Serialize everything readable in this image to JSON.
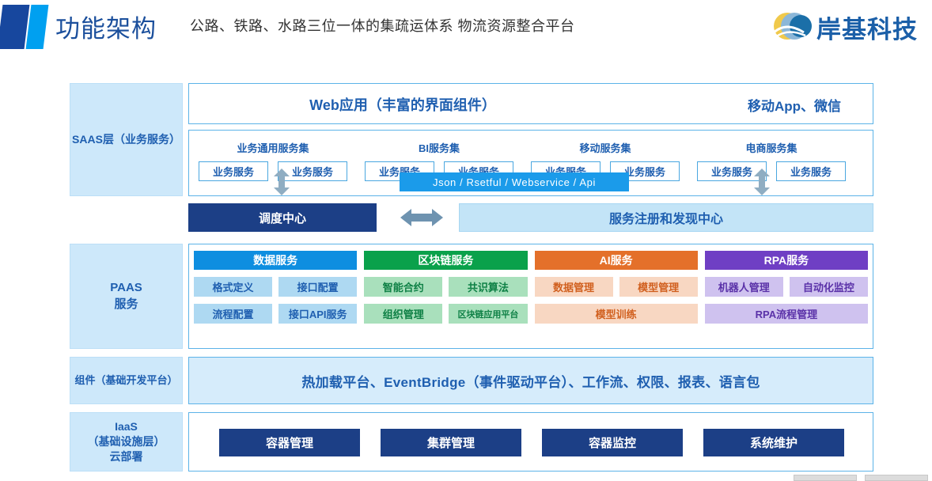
{
  "header": {
    "title": "功能架构",
    "subtitle": "公路、铁路、水路三位一体的集疏运体系   物流资源整合平台",
    "brand_name": "岸基科技",
    "logo_icon": "circular-wave-logo-icon",
    "accent_dark": "#17479e",
    "accent_bright": "#00a0f0"
  },
  "saas": {
    "label": "SAAS层（业务服务）",
    "web_app": "Web应用（丰富的界面组件）",
    "mobile_app": "移动App、微信",
    "api_bar": "Json / Rsetful / Webservice / Api",
    "api_bar_color": "#1b9bea",
    "groups": [
      {
        "title": "业务通用服务集",
        "chips": [
          "业务服务",
          "业务服务"
        ]
      },
      {
        "title": "BI服务集",
        "chips": [
          "业务服务",
          "业务服务"
        ]
      },
      {
        "title": "移动服务集",
        "chips": [
          "业务服务",
          "业务服务"
        ]
      },
      {
        "title": "电商服务集",
        "chips": [
          "业务服务",
          "业务服务"
        ]
      }
    ]
  },
  "scheduling": {
    "center": "调度中心",
    "center_color": "#1c3f86",
    "registry": "服务注册和发现中心",
    "registry_color": "#c3e4f7",
    "arrow_icon": "double-headed-arrow-icon"
  },
  "paas": {
    "label": "PAAS\n服务",
    "label_line1": "PAAS",
    "label_line2": "服务",
    "columns": [
      {
        "title": "数据服务",
        "head_color": "#0e8ee0",
        "cell_color": "#aed9f2",
        "text_color": "#1f5fb0",
        "rows": [
          [
            "格式定义",
            "接口配置"
          ],
          [
            "流程配置",
            "接口API服务"
          ]
        ]
      },
      {
        "title": "区块链服务",
        "head_color": "#0aa14b",
        "cell_color": "#a9e0bc",
        "text_color": "#0e8045",
        "rows": [
          [
            "智能合约",
            "共识算法"
          ],
          [
            "组织管理",
            "区块链应用平台"
          ]
        ]
      },
      {
        "title": "AI服务",
        "head_color": "#e4702a",
        "cell_color": "#f8d7c2",
        "text_color": "#d1601f",
        "rows": [
          [
            "数据管理",
            "模型管理"
          ],
          [
            "模型训练"
          ]
        ]
      },
      {
        "title": "RPA服务",
        "head_color": "#6f3fc4",
        "cell_color": "#cfc2ef",
        "text_color": "#5a31a8",
        "rows": [
          [
            "机器人管理",
            "自动化监控"
          ],
          [
            "RPA流程管理"
          ]
        ]
      }
    ]
  },
  "components": {
    "label": "组件（基础开发平台）",
    "text": "热加载平台、EventBridge（事件驱动平台）、工作流、权限、报表、语言包"
  },
  "iaas": {
    "label_line1": "IaaS",
    "label_line2": "（基础设施层）",
    "label_line3": "云部署",
    "chips": [
      "容器管理",
      "集群管理",
      "容器监控",
      "系统维护"
    ],
    "chip_color": "#1c3f86"
  }
}
